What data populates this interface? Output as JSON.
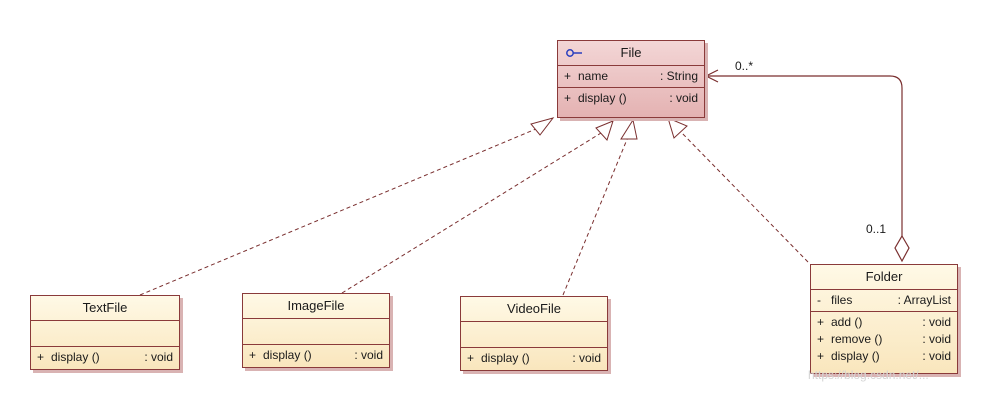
{
  "diagram": {
    "file": {
      "name": "File",
      "attributes": [
        {
          "vis": "+",
          "name": "name",
          "type": ": String"
        }
      ],
      "operations": [
        {
          "vis": "+",
          "name": "display ()",
          "type": ": void"
        }
      ]
    },
    "textfile": {
      "name": "TextFile",
      "operations": [
        {
          "vis": "+",
          "name": "display ()",
          "type": ": void"
        }
      ]
    },
    "imagefile": {
      "name": "ImageFile",
      "operations": [
        {
          "vis": "+",
          "name": "display ()",
          "type": ": void"
        }
      ]
    },
    "videofile": {
      "name": "VideoFile",
      "operations": [
        {
          "vis": "+",
          "name": "display ()",
          "type": ": void"
        }
      ]
    },
    "folder": {
      "name": "Folder",
      "attributes": [
        {
          "vis": "-",
          "name": "files",
          "type": ": ArrayList"
        }
      ],
      "operations": [
        {
          "vis": "+",
          "name": "add ()",
          "type": ": void"
        },
        {
          "vis": "+",
          "name": "remove ()",
          "type": ": void"
        },
        {
          "vis": "+",
          "name": "display ()",
          "type": ": void"
        }
      ]
    },
    "aggregation": {
      "mult_file_end": "0..*",
      "mult_folder_end": "0..1"
    },
    "colors": {
      "line": "#7a2f2f",
      "interface_fill": "#e9bcbc",
      "class_fill": "#fbedcc"
    }
  },
  "watermark": "https://blog.csdn.net/..."
}
